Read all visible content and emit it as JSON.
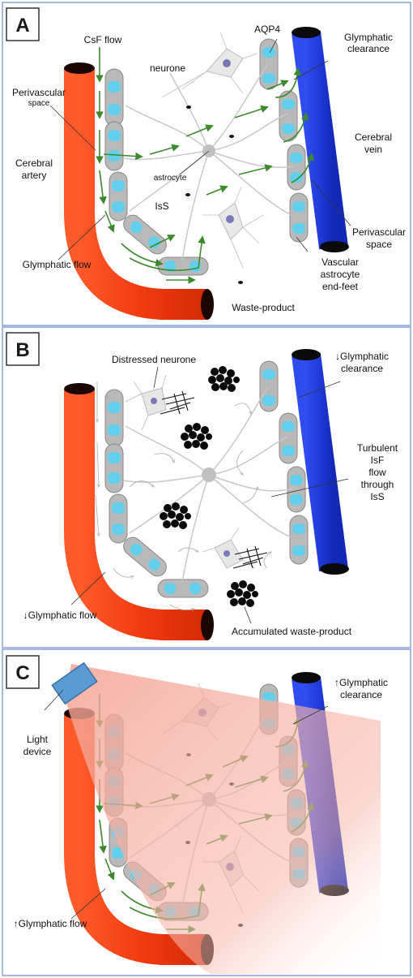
{
  "colors": {
    "artery": "#f03a10",
    "vein": "#1f3ad8",
    "endfoot": "#b9b9b9",
    "aqp4": "#62d0ec",
    "arrow": "#3d8a2e",
    "frame": "#8aa0d8",
    "light": "#f4a394",
    "light_device": "#5b9bd5"
  },
  "panels": [
    {
      "letter": "A",
      "labels": {
        "csf_flow": "CsF flow",
        "aqp4": "AQP4",
        "glymphatic_clearance_1": "Glymphatic",
        "glymphatic_clearance_2": "clearance",
        "neurone": "neurone",
        "perivascular_1": "Perivascular",
        "perivascular_2": "space",
        "cerebral_vein_1": "Cerebral",
        "cerebral_vein_2": "vein",
        "cerebral_artery_1": "Cerebral",
        "cerebral_artery_2": "artery",
        "astrocyte": "astrocyte",
        "iss": "IsS",
        "perivascular_right_1": "Perivascular",
        "perivascular_right_2": "space",
        "glymphatic_flow": "Glymphatic flow",
        "vascular_1": "Vascular",
        "vascular_2": "astrocyte",
        "vascular_3": "end-feet",
        "waste_product": "Waste-product"
      }
    },
    {
      "letter": "B",
      "labels": {
        "distressed_neurone": "Distressed neurone",
        "clearance_1": "↓Glymphatic",
        "clearance_2": "clearance",
        "turbulent_1": "Turbulent",
        "turbulent_2": "IsF",
        "turbulent_3": "flow",
        "turbulent_4": "through",
        "turbulent_5": "IsS",
        "glymphatic_flow": "↓Glymphatic flow",
        "accumulated": "Accumulated waste-product"
      }
    },
    {
      "letter": "C",
      "labels": {
        "clearance_1": "↑Glymphatic",
        "clearance_2": "clearance",
        "light_1": "Light",
        "light_2": "device",
        "glymphatic_flow": "↑Glymphatic flow"
      }
    }
  ]
}
